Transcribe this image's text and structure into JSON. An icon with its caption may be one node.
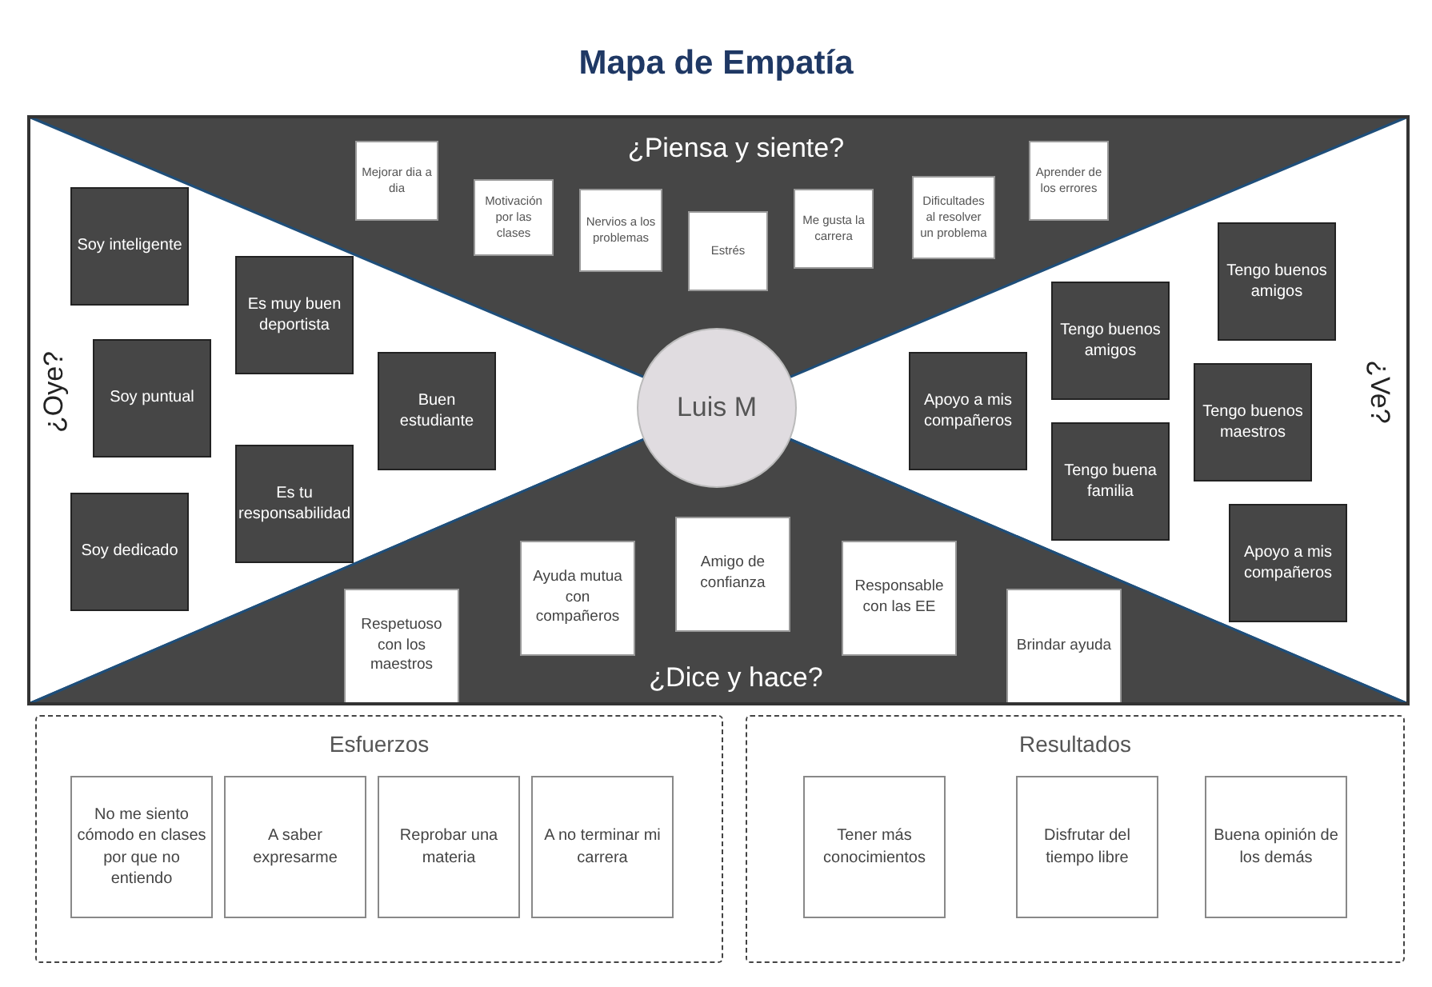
{
  "diagram": {
    "title": "Mapa de Empatía",
    "nodes": [
      {
        "text": [
          "¿Piensa y siente?"
        ]
      },
      {
        "text": [
          "Mejorar dia a dia"
        ],
        "in": 0
      },
      {
        "text": [
          "Motivación por las clases"
        ],
        "in": 0
      },
      {
        "text": [
          "Nervios a los problemas"
        ],
        "in": 0
      },
      {
        "text": [
          "Estrés"
        ],
        "in": 0
      },
      {
        "text": [
          "Me gusta la carrera"
        ],
        "in": 0
      },
      {
        "text": [
          "Dificultades al resolver un problema"
        ],
        "in": 0
      },
      {
        "text": [
          "Aprender de los errores"
        ],
        "in": 0
      },
      {
        "text": [
          "¿Oye?"
        ]
      },
      {
        "text": [
          "Soy inteligente"
        ],
        "in": 8
      },
      {
        "text": [
          "Es muy buen deportista"
        ],
        "in": 8
      },
      {
        "text": [
          "Soy puntual"
        ],
        "in": 8
      },
      {
        "text": [
          "Buen estudiante"
        ],
        "in": 8
      },
      {
        "text": [
          "Es tu responsabilidad"
        ],
        "in": 8
      },
      {
        "text": [
          "Soy dedicado"
        ],
        "in": 8
      },
      {
        "text": [
          "¿Ve?"
        ]
      },
      {
        "text": [
          "Tengo buenos amigos"
        ],
        "in": 15
      },
      {
        "text": [
          "Tengo buenos amigos"
        ],
        "in": 15
      },
      {
        "text": [
          "Apoyo a mis compañeros"
        ],
        "in": 15
      },
      {
        "text": [
          "Tengo buenos maestros"
        ],
        "in": 15
      },
      {
        "text": [
          "Tengo buena familia"
        ],
        "in": 15
      },
      {
        "text": [
          "Apoyo  a mis compañeros"
        ],
        "in": 15
      },
      {
        "text": [
          "¿Dice y hace?"
        ]
      },
      {
        "text": [
          "Respetuoso con los maestros"
        ],
        "in": 22
      },
      {
        "text": [
          "Ayuda mutua con compañeros"
        ],
        "in": 22
      },
      {
        "text": [
          "Amigo de confianza"
        ],
        "in": 22
      },
      {
        "text": [
          "Responsable con las EE"
        ],
        "in": 22
      },
      {
        "text": [
          "Brindar ayuda"
        ],
        "in": 22
      },
      {
        "text": [
          "Luis M"
        ]
      },
      {
        "text": [
          "Esfuerzos"
        ]
      },
      {
        "text": [
          "No me siento cómodo en clases por que no entiendo"
        ],
        "in": 29
      },
      {
        "text": [
          "A saber expresarme"
        ],
        "in": 29
      },
      {
        "text": [
          "Reprobar una materia"
        ],
        "in": 29
      },
      {
        "text": [
          "A no terminar mi carrera"
        ],
        "in": 29
      },
      {
        "text": [
          "Resultados"
        ]
      },
      {
        "text": [
          "Tener más conocimientos"
        ],
        "in": 34
      },
      {
        "text": [
          "Disfrutar del tiempo libre"
        ],
        "in": 34
      },
      {
        "text": [
          "Buena opinión de los demás"
        ],
        "in": 34
      }
    ],
    "edges": []
  }
}
